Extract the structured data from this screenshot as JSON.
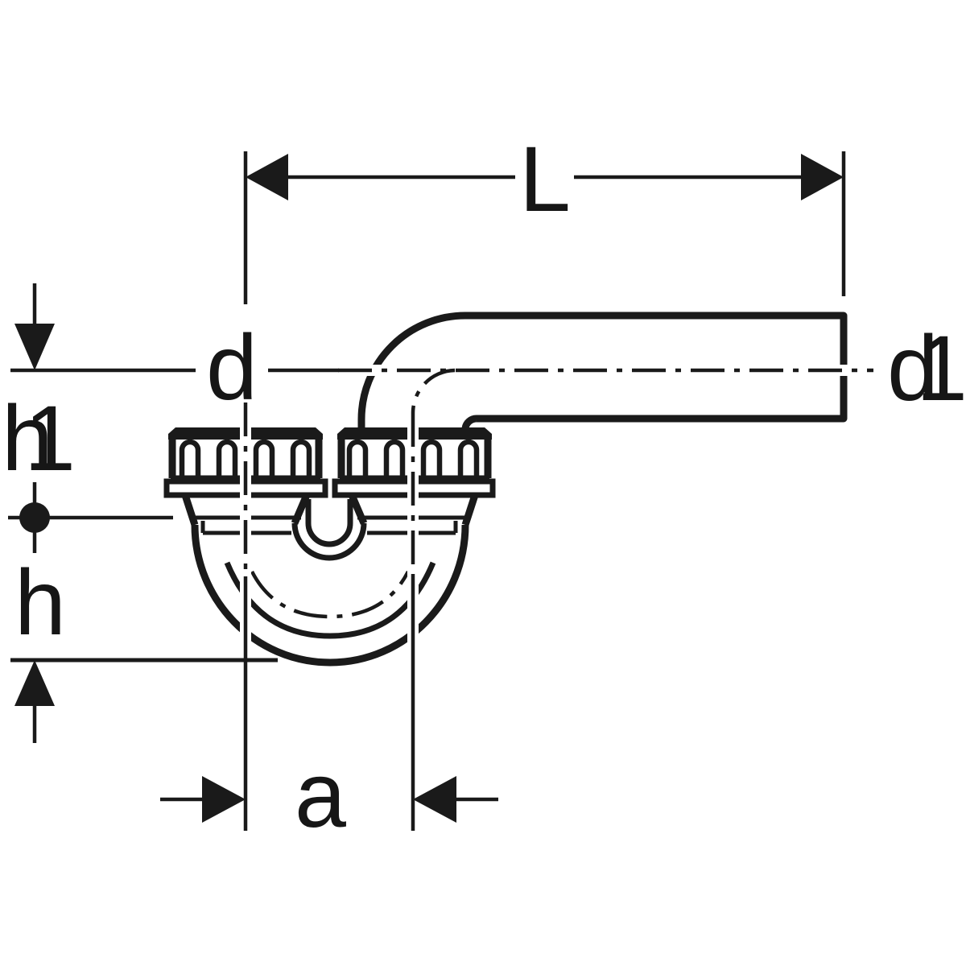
{
  "diagram": {
    "type": "technical-drawing",
    "subject": "P-trap (siphon) pipe fitting side view with dimension annotations",
    "background_color": "#ffffff",
    "line_color": "#1a1a1a",
    "dimensions": {
      "length_label": "L",
      "inlet_diameter_label": "d",
      "outlet_diameter_label": "d1",
      "upper_height_label": "h1",
      "lower_height_label": "h",
      "trap_offset_label": "a"
    }
  }
}
